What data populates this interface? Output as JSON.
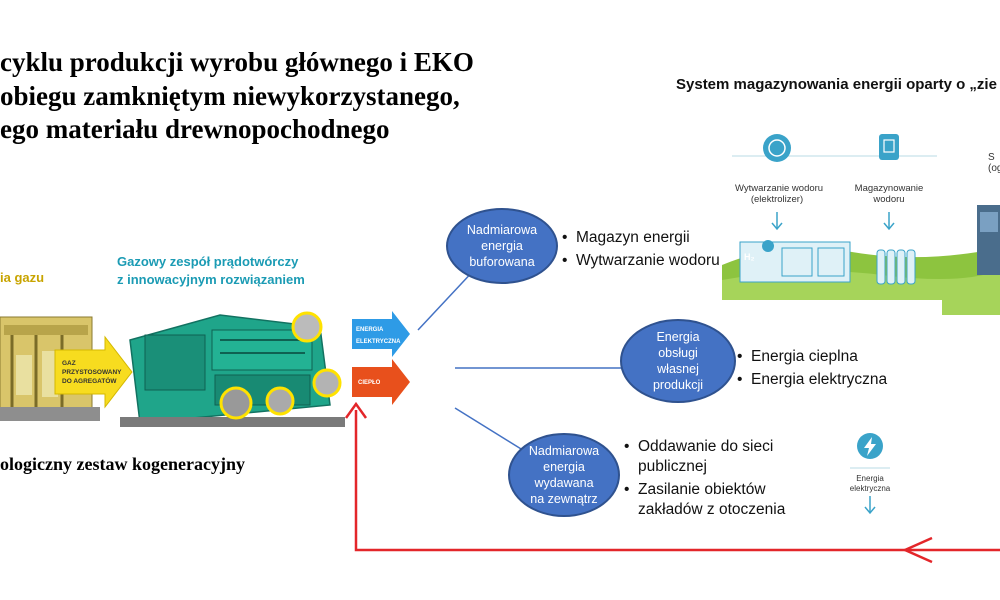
{
  "title": {
    "line1": "cyklu produkcji wyrobu głównego i EKO",
    "line2": "obiegu zamkniętym niewykorzystanego,",
    "line3": "ego materiału drewnopochodnego"
  },
  "left_panel": {
    "gold_label": "ia gazu",
    "genset_label_line1": "Gazowy zespół prądotwórczy",
    "genset_label_line2": "z innowacyjnym rozwiązaniem",
    "gas_arrow_text_line1": "GAZ",
    "gas_arrow_text_line2": "PRZYSTOSOWANY",
    "gas_arrow_text_line3": "DO AGREGATÓW",
    "caption": "ologiczny zestaw kogeneracyjny",
    "arrow_energy_line1": "ENERGIA",
    "arrow_energy_line2": "ELEKTRYCZNA",
    "arrow_heat": "CIEPŁO"
  },
  "nodes": {
    "buffered": {
      "line1": "Nadmiarowa",
      "line2": "energia",
      "line3": "buforowana",
      "bullets": [
        "Magazyn energii",
        "Wytwarzanie wodoru"
      ]
    },
    "own": {
      "line1": "Energia",
      "line2": "obsługi",
      "line3": "własnej",
      "line4": "produkcji",
      "bullets": [
        "Energia cieplna",
        "Energia elektryczna"
      ]
    },
    "external": {
      "line1": "Nadmiarowa",
      "line2": "energia",
      "line3": "wydawana",
      "line4": "na zewnątrz",
      "bullets": [
        "Oddawanie do sieci publicznej",
        "Zasilanie obiektów zakładów z otoczenia"
      ]
    }
  },
  "right_panel": {
    "header": "System magazynowania energii oparty o „zie",
    "h2_production_line1": "Wytwarzanie wodoru",
    "h2_production_line2": "(elektrolizer)",
    "h2_storage_line1": "Magazynowanie",
    "h2_storage_line2": "wodoru",
    "energy_icon_label_line1": "Energia",
    "energy_icon_label_line2": "elektryczna",
    "h2_label": "H₂",
    "cut_text_line1": "S",
    "cut_text_line2": "(og"
  },
  "colors": {
    "ellipse_fill": "#4472c4",
    "teal": "#1b9bb4",
    "red_arrow": "#e3262a",
    "blue_arrow": "#2e9be6",
    "orange_arrow": "#e8501c",
    "gold": "#c8a400"
  }
}
